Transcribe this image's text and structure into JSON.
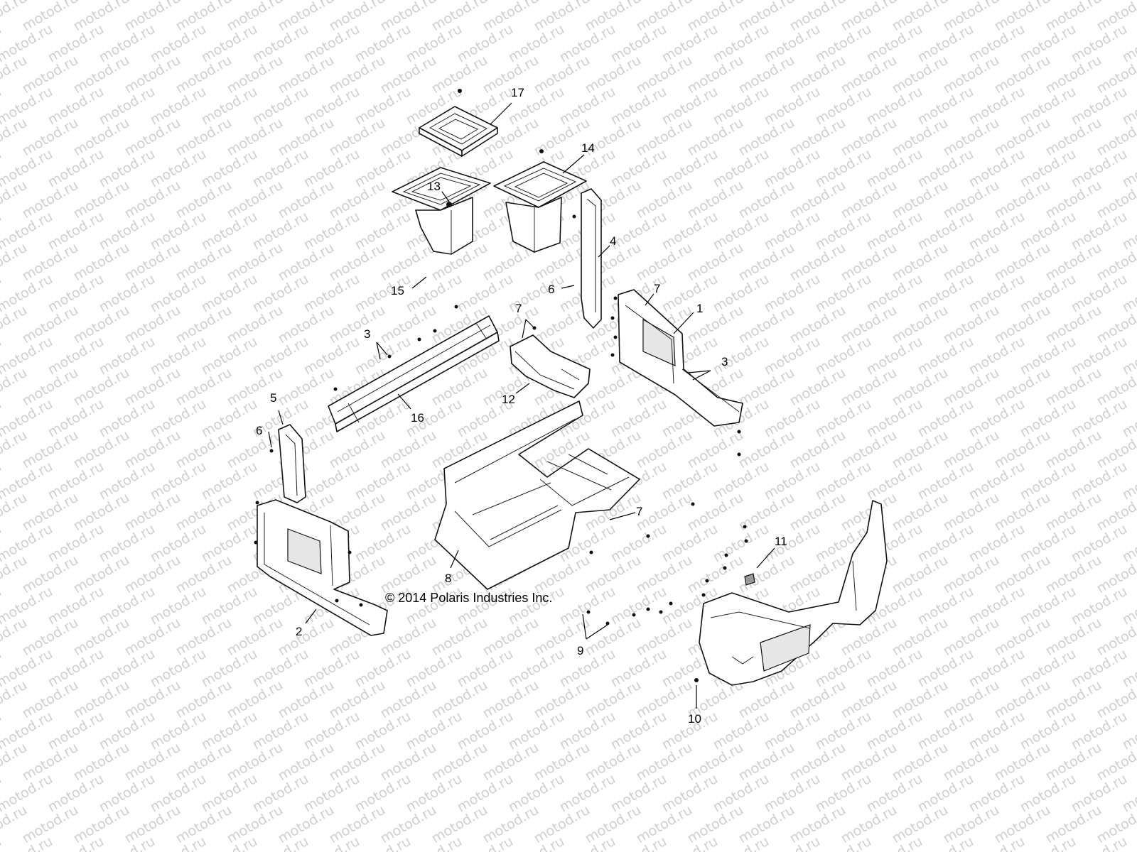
{
  "watermark": {
    "text": "motod.ru",
    "color": "#cfcfcf"
  },
  "copyright": "© 2014 Polaris Industries Inc.",
  "callouts": {
    "c1": "1",
    "c2": "2",
    "c3a": "3",
    "c3b": "3",
    "c4": "4",
    "c5": "5",
    "c6a": "6",
    "c6b": "6",
    "c7a": "7",
    "c7b": "7",
    "c7c": "7",
    "c8": "8",
    "c9": "9",
    "c10": "10",
    "c11": "11",
    "c12": "12",
    "c13": "13",
    "c14": "14",
    "c15": "15",
    "c16": "16",
    "c17": "17"
  }
}
